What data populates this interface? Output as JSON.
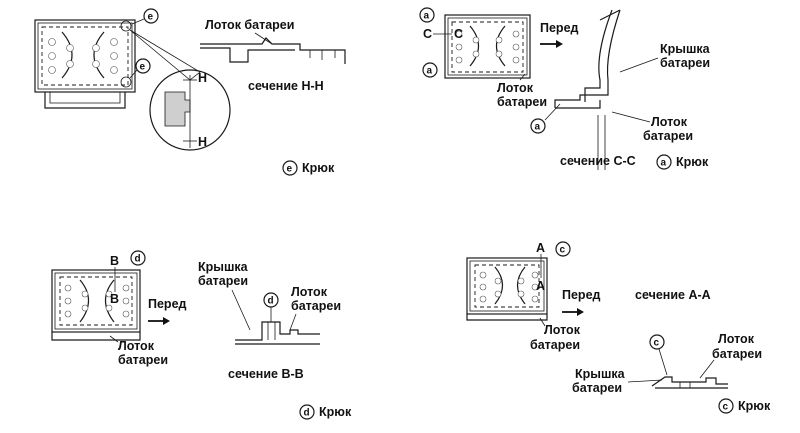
{
  "panel_tl": {
    "marker_letter": "e",
    "tray_label": "Лоток батареи",
    "section_label": "сечение Н-Н",
    "section_mark": "H",
    "hook_legend": "Крюк"
  },
  "panel_tr": {
    "marker_letter": "a",
    "section_mark": "C",
    "front_label": "Перед",
    "cover_label_1": "Крышка",
    "cover_label_2": "батареи",
    "tray_label_1": "Лоток",
    "tray_label_2": "батареи",
    "tray2_label_1": "Лоток",
    "tray2_label_2": "батареи",
    "section_label": "сечение С-С",
    "hook_legend": "Крюк"
  },
  "panel_bl": {
    "marker_letter": "d",
    "section_mark": "B",
    "front_label": "Перед",
    "cover_label_1": "Крышка",
    "cover_label_2": "батареи",
    "tray_label_1": "Лоток",
    "tray_label_2": "батареи",
    "tray2_label_1": "Лоток",
    "tray2_label_2": "батареи",
    "section_label": "сечение В-В",
    "hook_legend": "Крюк"
  },
  "panel_br": {
    "marker_letter": "c",
    "section_mark": "A",
    "front_label": "Перед",
    "section_label": "сечение А-А",
    "tray_label_1": "Лоток",
    "tray_label_2": "батареи",
    "tray2_label_1": "Лоток",
    "tray2_label_2": "батареи",
    "cover_label_1": "Крышка",
    "cover_label_2": "батареи",
    "hook_legend": "Крюк"
  }
}
